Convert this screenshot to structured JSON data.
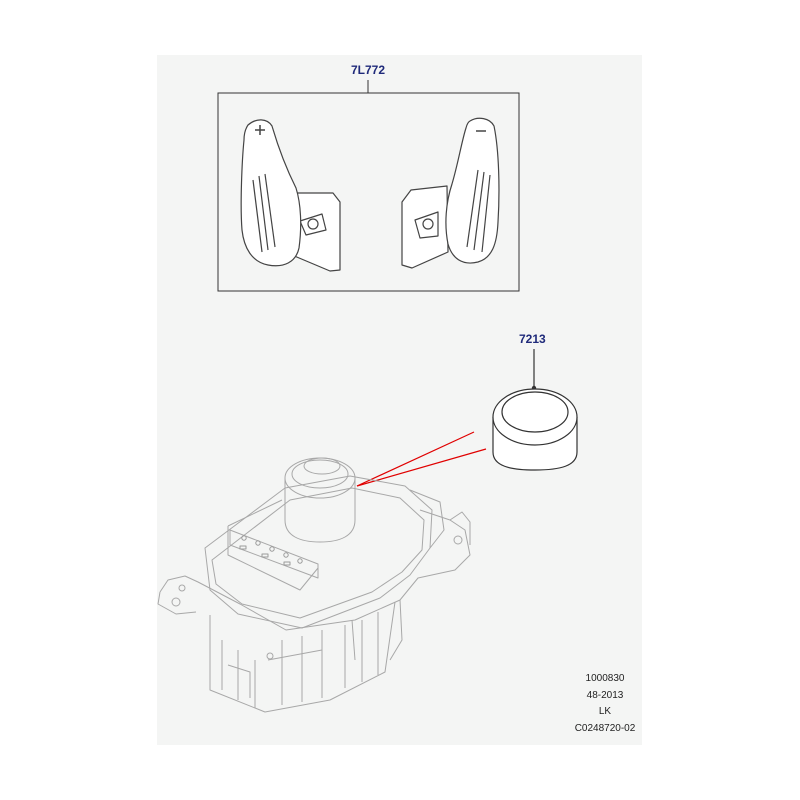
{
  "callouts": {
    "paddles": "7L772",
    "knob": "7213"
  },
  "references": [
    "1000830",
    "48-2013",
    "LK",
    "C0248720-02"
  ],
  "colors": {
    "sheet_background": "#f4f5f4",
    "callout_text": "#1f2a7a",
    "leader_line": "#e00000",
    "line_art": "#444444",
    "faint_line_art": "#a8a8a8"
  }
}
